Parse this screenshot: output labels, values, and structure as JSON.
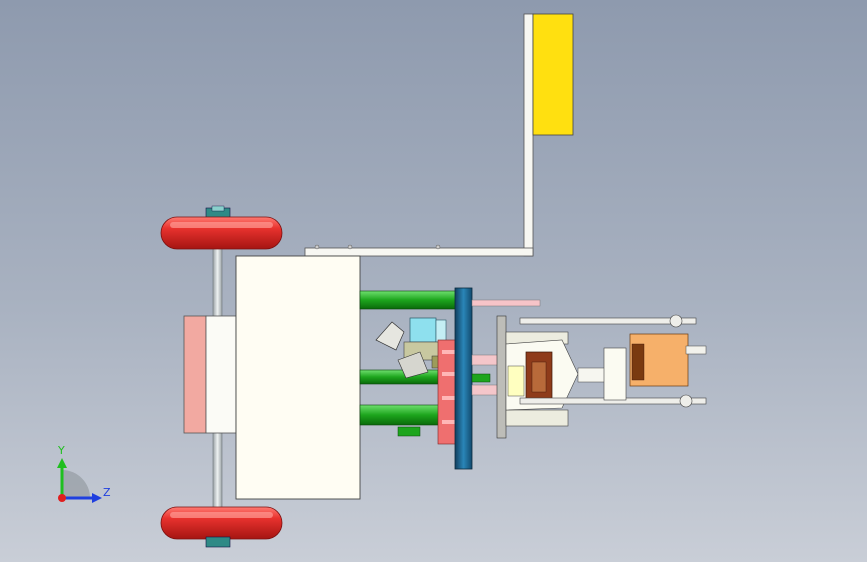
{
  "viewport": {
    "view_type": "cad-3d-model-viewport",
    "colors": {
      "background_top": "#8e9aae",
      "background_bottom": "#c9ced7",
      "wheel": "#e8322e",
      "hub": "#2f8a86",
      "flag": "#ffe010",
      "motor_mount": "#f6b06a",
      "rods": "#1da51d",
      "disc": "#1c6e9c",
      "gear": "#ef6f6f",
      "body": "#fffdf3",
      "side_block": "#f2a9a1"
    }
  },
  "triad": {
    "axis_y": "Y",
    "axis_z": "Z",
    "colors": {
      "y": "#1fbf1f",
      "z": "#1f3fdf",
      "x": "#e01e1e"
    }
  }
}
